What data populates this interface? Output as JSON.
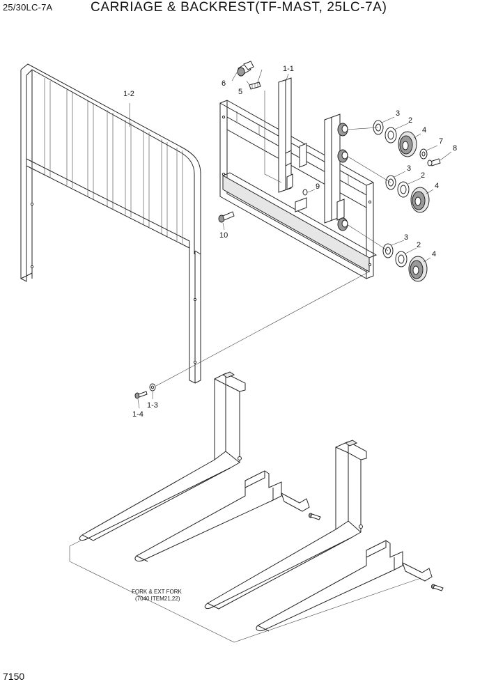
{
  "header": {
    "model": "25/30LC-7A",
    "title": "CARRIAGE & BACKREST(TF-MAST, 25LC-7A)"
  },
  "footer": {
    "page_number": "7150"
  },
  "callouts": {
    "p1_1": "1-1",
    "p1_2": "1-2",
    "p1_3": "1-3",
    "p1_4": "1-4",
    "p2a": "2",
    "p2b": "2",
    "p2c": "2",
    "p3a": "3",
    "p3b": "3",
    "p3c": "3",
    "p4a": "4",
    "p4b": "4",
    "p4c": "4",
    "p5": "5",
    "p6": "6",
    "p7": "7",
    "p8": "8",
    "p9": "9",
    "p10": "10"
  },
  "fork_note": {
    "line1": "FORK & EXT FORK",
    "line2": "(7040 ITEM21,22)"
  }
}
